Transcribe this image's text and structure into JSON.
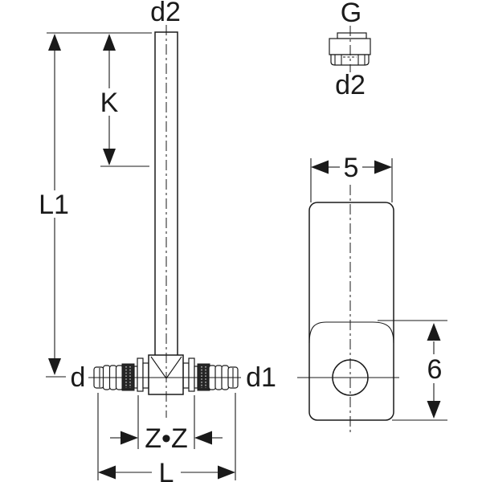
{
  "colors": {
    "line": "#1a1a1a",
    "background": "#ffffff",
    "knurl_band": "#262626"
  },
  "front_view": {
    "pipe_diameter_label": "d2",
    "dim_k_label": "K",
    "dim_l1_label": "L1",
    "left_port_label": "d",
    "right_port_label": "d1",
    "dim_zz_label": "Z•Z",
    "dim_l_label": "L"
  },
  "connector_view": {
    "thread_label": "G",
    "pipe_diameter_label": "d2"
  },
  "side_view": {
    "dim_width_label": "5",
    "dim_height_label": "6"
  }
}
